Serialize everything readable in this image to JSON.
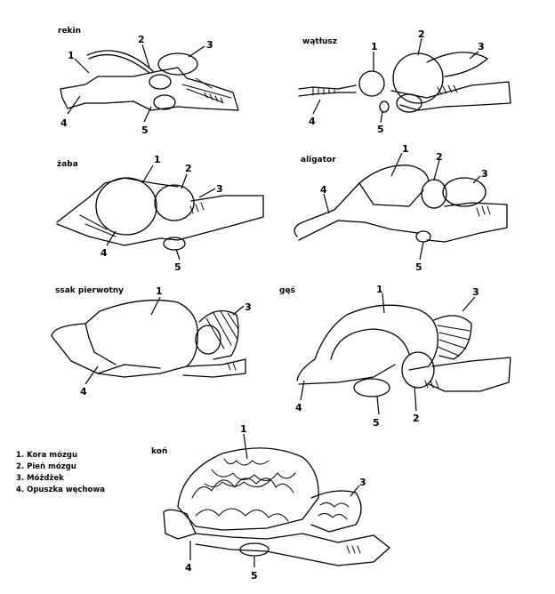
{
  "panels": [
    {
      "id": "rekin",
      "title": "rekin"
    },
    {
      "id": "watlusz",
      "title": "wątłusz"
    },
    {
      "id": "zaba",
      "title": "żaba"
    },
    {
      "id": "aligator",
      "title": "aligator"
    },
    {
      "id": "ssak",
      "title": "ssak pierwotny"
    },
    {
      "id": "ges",
      "title": "gęś"
    },
    {
      "id": "kon",
      "title": "koń"
    }
  ],
  "labels": {
    "n1": "1",
    "n2": "2",
    "n3": "3",
    "n4": "4",
    "n5": "5"
  },
  "legend": [
    "1. Kora mózgu",
    "2. Pień mózgu",
    "3. Móżdżek",
    "4. Opuszka węchowa"
  ]
}
